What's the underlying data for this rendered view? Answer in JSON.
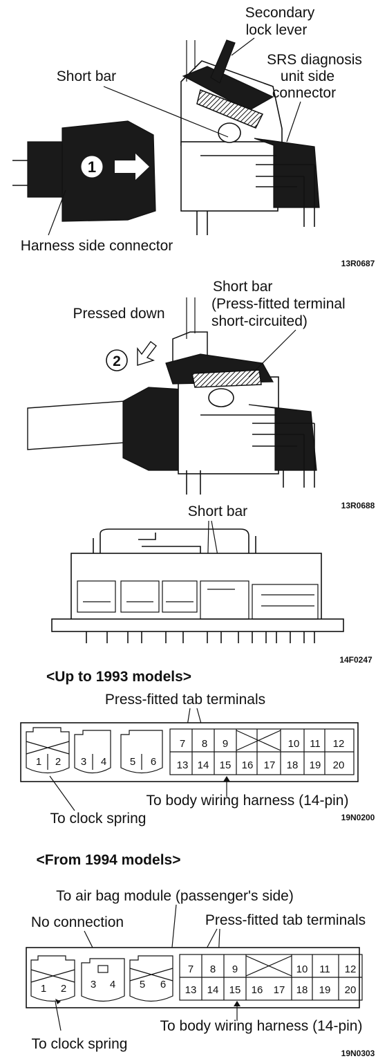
{
  "figure1": {
    "step_number": "1",
    "labels": {
      "secondary_lock_lever_line1": "Secondary",
      "secondary_lock_lever_line2": "lock lever",
      "srs_connector_line1": "SRS diagnosis",
      "srs_connector_line2": "unit side",
      "srs_connector_line3": "connector",
      "short_bar": "Short bar",
      "harness_side_connector": "Harness side connector"
    },
    "code": "13R0687"
  },
  "figure2": {
    "step_number": "2",
    "labels": {
      "pressed_down": "Pressed down",
      "short_bar_line1": "Short bar",
      "short_bar_line2": "(Press-fitted terminal",
      "short_bar_line3": "short-circuited)"
    },
    "code": "13R0688"
  },
  "figure3": {
    "labels": {
      "short_bar": "Short bar"
    },
    "code": "14F0247"
  },
  "figure4": {
    "heading": "<Up to 1993 models>",
    "labels": {
      "press_fitted": "Press-fitted tab terminals",
      "body_harness": "To body wiring harness (14-pin)",
      "clock_spring": "To clock spring"
    },
    "pins": [
      "1",
      "2",
      "3",
      "4",
      "5",
      "6",
      "7",
      "8",
      "9",
      "10",
      "11",
      "12",
      "13",
      "14",
      "15",
      "16",
      "17",
      "18",
      "19",
      "20"
    ],
    "code": "19N0200"
  },
  "figure5": {
    "heading": "<From 1994 models>",
    "labels": {
      "air_bag_module": "To air bag module (passenger's side)",
      "no_connection": "No connection",
      "press_fitted": "Press-fitted tab terminals",
      "body_harness": "To body wiring harness (14-pin)",
      "clock_spring": "To clock spring"
    },
    "pins": [
      "1",
      "2",
      "3",
      "4",
      "5",
      "6",
      "7",
      "8",
      "9",
      "10",
      "11",
      "12",
      "13",
      "14",
      "15",
      "16",
      "17",
      "18",
      "19",
      "20"
    ],
    "code": "19N0303"
  }
}
